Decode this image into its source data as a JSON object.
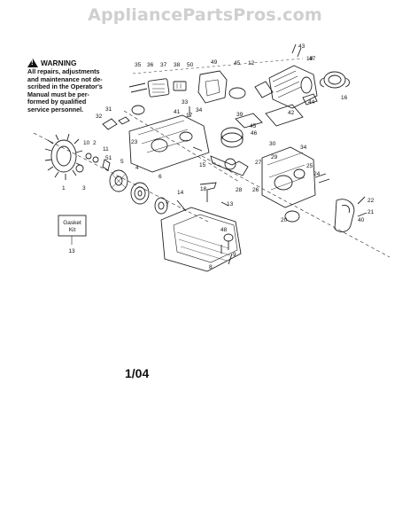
{
  "watermark": "AppliancePartsPros.com",
  "warning": {
    "title": "WARNING",
    "lines": [
      "All repairs, adjustments",
      "and maintenance not de-",
      "scribed in the Operator's",
      "Manual must be per-",
      "formed by qualified",
      "service personnel."
    ]
  },
  "gasket_kit": {
    "line1": "Gasket",
    "line2": "Kit",
    "number": "13"
  },
  "date_code": "1/04",
  "part_labels": [
    "35",
    "36",
    "37",
    "38",
    "50",
    "49",
    "45",
    "12",
    "43",
    "19",
    "47",
    "16",
    "33",
    "34",
    "17",
    "41",
    "31",
    "32",
    "23",
    "44",
    "42",
    "39",
    "45",
    "46",
    "30",
    "15",
    "27",
    "29",
    "26",
    "28",
    "10",
    "2",
    "11",
    "51",
    "5",
    "4",
    "6",
    "7",
    "14",
    "18",
    "13",
    "25",
    "24",
    "22",
    "40",
    "21",
    "20",
    "3",
    "9",
    "48",
    "8",
    "1",
    "34"
  ]
}
